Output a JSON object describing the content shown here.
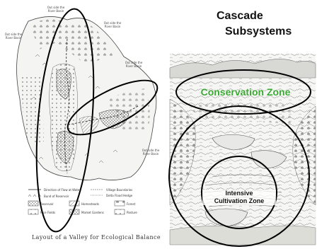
{
  "right_panel": {
    "title_line1": "Cascade",
    "title_line2": "Subsystems",
    "zone_top": "Conservation Zone",
    "zone_center_line1": "Intensive",
    "zone_center_line2": "Cultivation Zone"
  },
  "left_panel": {
    "caption": "Layout of a Valley for Ecological Balance",
    "map_labels": [
      "Out side the River Basin",
      "Out side the River Basin",
      "Out side the River Basin",
      "Out side the River Basin",
      "Out side the River Basin"
    ],
    "legend": [
      "Direction of Flow at Water",
      "Bund of Reservoir",
      "Reservoir",
      "Rice Fields",
      "Village Boundaries",
      "Delta Flood Hedge",
      "Homesteads",
      "Market Gardens",
      "Forest",
      "Pasture"
    ]
  },
  "colors": {
    "zone_green": "#3aa832",
    "ellipse": "#000000"
  }
}
